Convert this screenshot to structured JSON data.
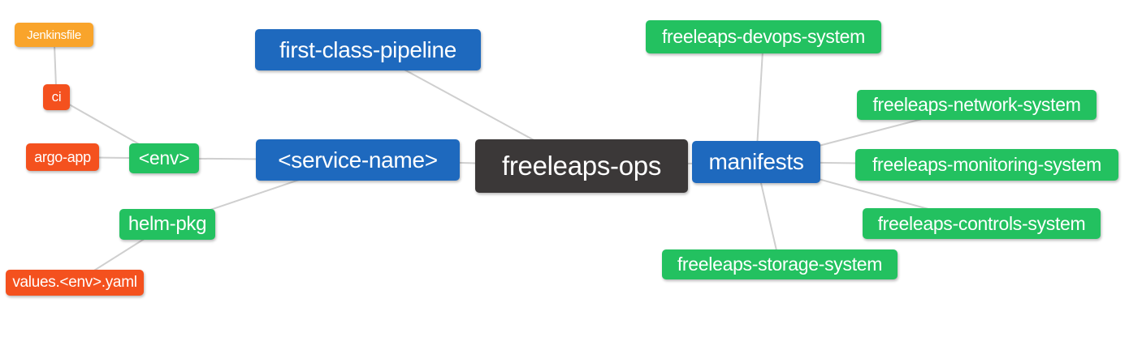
{
  "diagram": {
    "title": "freeleaps-ops mind map",
    "background_color": "#ffffff",
    "edge_color": "#cfcfcf",
    "palette": {
      "orange": "#F9A42B",
      "red": "#F4511E",
      "green": "#23C160",
      "blue": "#1E69BE",
      "dark": "#3B3838",
      "node_text": "#ffffff"
    },
    "nodes": [
      {
        "id": "jenkinsfile",
        "label": "Jenkinsfile",
        "color": "orange"
      },
      {
        "id": "ci",
        "label": "ci",
        "color": "red"
      },
      {
        "id": "argo-app",
        "label": "argo-app",
        "color": "red"
      },
      {
        "id": "env",
        "label": "<env>",
        "color": "green"
      },
      {
        "id": "helm-pkg",
        "label": "helm-pkg",
        "color": "green"
      },
      {
        "id": "values-env-yaml",
        "label": "values.<env>.yaml",
        "color": "red"
      },
      {
        "id": "first-class-pipeline",
        "label": "first-class-pipeline",
        "color": "blue"
      },
      {
        "id": "service-name",
        "label": "<service-name>",
        "color": "blue"
      },
      {
        "id": "freeleaps-ops",
        "label": "freeleaps-ops",
        "color": "dark"
      },
      {
        "id": "manifests",
        "label": "manifests",
        "color": "blue"
      },
      {
        "id": "freeleaps-devops-system",
        "label": "freeleaps-devops-system",
        "color": "green"
      },
      {
        "id": "freeleaps-network-system",
        "label": "freeleaps-network-system",
        "color": "green"
      },
      {
        "id": "freeleaps-monitoring-system",
        "label": "freeleaps-monitoring-system",
        "color": "green"
      },
      {
        "id": "freeleaps-controls-system",
        "label": "freeleaps-controls-system",
        "color": "green"
      },
      {
        "id": "freeleaps-storage-system",
        "label": "freeleaps-storage-system",
        "color": "green"
      }
    ],
    "edges": [
      [
        "jenkinsfile",
        "ci"
      ],
      [
        "ci",
        "env"
      ],
      [
        "argo-app",
        "env"
      ],
      [
        "env",
        "service-name"
      ],
      [
        "helm-pkg",
        "service-name"
      ],
      [
        "values-env-yaml",
        "helm-pkg"
      ],
      [
        "first-class-pipeline",
        "freeleaps-ops"
      ],
      [
        "service-name",
        "freeleaps-ops"
      ],
      [
        "freeleaps-ops",
        "manifests"
      ],
      [
        "manifests",
        "freeleaps-devops-system"
      ],
      [
        "manifests",
        "freeleaps-network-system"
      ],
      [
        "manifests",
        "freeleaps-monitoring-system"
      ],
      [
        "manifests",
        "freeleaps-controls-system"
      ],
      [
        "manifests",
        "freeleaps-storage-system"
      ]
    ]
  }
}
